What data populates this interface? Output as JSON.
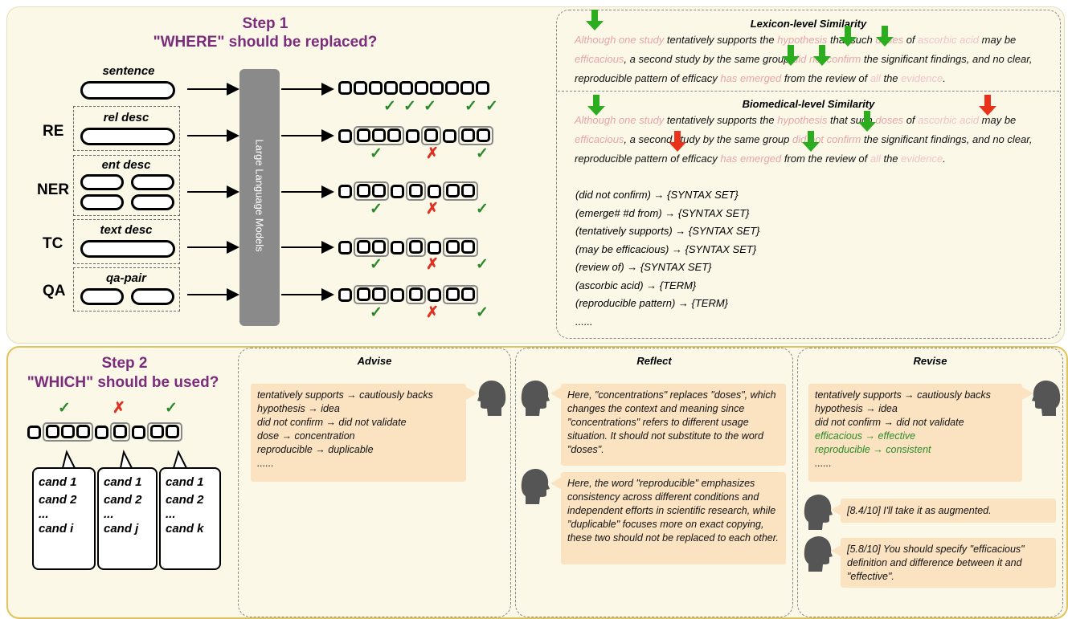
{
  "step1": {
    "title": "Step 1",
    "question": "\"WHERE\" should be replaced?",
    "sentence_label": "sentence",
    "tasks": [
      {
        "name": "RE",
        "desc": "rel desc"
      },
      {
        "name": "NER",
        "desc": "ent desc"
      },
      {
        "name": "TC",
        "desc": "text desc"
      },
      {
        "name": "QA",
        "desc": "qa-pair"
      }
    ],
    "llm_label": "Large Language Models"
  },
  "similarity": {
    "lexicon_title": "Lexicon-level Similarity",
    "biomedical_title": "Biomedical-level Similarity",
    "paragraph_segments": [
      {
        "t": "Although one study",
        "h": 1
      },
      {
        "t": " tentatively supports the ",
        "h": 0
      },
      {
        "t": "hypothesis",
        "h": 1
      },
      {
        "t": " that such ",
        "h": 0
      },
      {
        "t": "doses",
        "h": 1
      },
      {
        "t": " of ",
        "h": 0
      },
      {
        "t": "ascorbic acid",
        "h": 2
      },
      {
        "t": " may be ",
        "h": 0
      },
      {
        "t": "efficacious",
        "h": 1
      },
      {
        "t": ", a second study by the same group ",
        "h": 0
      },
      {
        "t": "did not confirm",
        "h": 1
      },
      {
        "t": " the significant findings, and no clear, reproducible pattern of efficacy ",
        "h": 0
      },
      {
        "t": "has emerged",
        "h": 1
      },
      {
        "t": " from the review of ",
        "h": 0
      },
      {
        "t": "all",
        "h": 2
      },
      {
        "t": " the ",
        "h": 0
      },
      {
        "t": "evidence",
        "h": 2
      },
      {
        "t": ".",
        "h": 0
      }
    ],
    "mappings": [
      "(did not confirm) → {SYNTAX SET}",
      "(emerge# #d from) → {SYNTAX SET}",
      "(tentatively supports) → {SYNTAX SET}",
      "(may be efficacious) → {SYNTAX SET}",
      "(review of) → {SYNTAX SET}",
      "(ascorbic acid) → {TERM}",
      "(reproducible pattern) → {TERM}",
      "......"
    ]
  },
  "step2": {
    "title": "Step 2",
    "question": "\"WHICH\" should be used?",
    "candidates": [
      [
        "cand 1",
        "cand 2",
        "...",
        "cand i"
      ],
      [
        "cand 1",
        "cand 2",
        "...",
        "cand j"
      ],
      [
        "cand 1",
        "cand 2",
        "...",
        "cand k"
      ]
    ]
  },
  "advise": {
    "title": "Advise",
    "lines": [
      "tentatively supports → cautiously backs",
      "hypothesis → idea",
      "did not confirm → did not validate",
      "dose → concentration",
      "reproducible → duplicable",
      "......"
    ]
  },
  "reflect": {
    "title": "Reflect",
    "bubble1": "Here, \"concentrations\" replaces \"doses\", which changes the context and meaning since \"concentrations\" refers to different usage situation. It should not substitute to the word \"doses\".",
    "bubble2": "Here, the word \"reproducible\" emphasizes consistency across different conditions and independent efforts in scientific research, while \"duplicable\" focuses more on exact copying, these two should not be replaced to each other."
  },
  "revise": {
    "title": "Revise",
    "lines": [
      "tentatively supports → cautiously backs",
      "hypothesis → idea",
      "did not confirm → did not validate"
    ],
    "green_lines": [
      "efficacious → effective",
      "reproducible → consistent"
    ],
    "ellipsis": "......",
    "feedback1": "[8.4/10] I'll take it as augmented.",
    "feedback2": "[5.8/10] You should specify \"efficacious\" definition and difference between it and \"effective\"."
  },
  "colors": {
    "step_title": "#7b2c7a",
    "check": "#2a8a2a",
    "cross": "#e03020",
    "arrow_green": "#2cad1f",
    "arrow_red": "#e8321c",
    "highlight": "#e8a4aa",
    "bubble": "#fbe3c2"
  }
}
